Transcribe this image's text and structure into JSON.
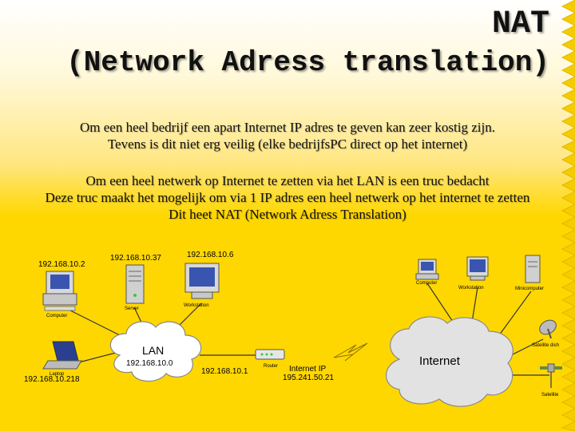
{
  "title": {
    "line1": "NAT",
    "line2": "(Network Adress translation)"
  },
  "paragraph1": {
    "line1": "Om een heel bedrijf een apart Internet IP adres te geven kan zeer kostig zijn.",
    "line2": "Tevens is dit niet erg veilig (elke bedrijfsPC direct op het internet)"
  },
  "paragraph2": {
    "line1": "Om een heel netwerk op Internet te zetten via het LAN is een truc bedacht",
    "line2": "Deze truc maakt het mogelijk om via 1 IP adres een heel netwerk op het internet te zetten",
    "line3": "Dit heet NAT (Network Adress Translation)"
  },
  "diagram": {
    "lan": {
      "label": "LAN",
      "ip": "192.168.10.0"
    },
    "computer": {
      "ip": "192.168.10.2",
      "caption": "Computer"
    },
    "server": {
      "ip": "192.168.10.37",
      "caption": "Server"
    },
    "workstation": {
      "ip": "192.168.10.6",
      "caption": "Workstation"
    },
    "laptop": {
      "ip": "192.168.10.218",
      "caption": "Laptop"
    },
    "router": {
      "caption": "Router",
      "lan_ip": "192.168.10.1",
      "internet_ip_label": "Internet IP",
      "internet_ip": "195.241.50.21"
    },
    "internet": {
      "label": "Internet"
    },
    "remote": {
      "computer": "Computer",
      "workstation": "Workstation",
      "minicomputer": "Minicomputer",
      "satellite_dish": "Satellite dish",
      "satellite": "Satellite"
    }
  }
}
